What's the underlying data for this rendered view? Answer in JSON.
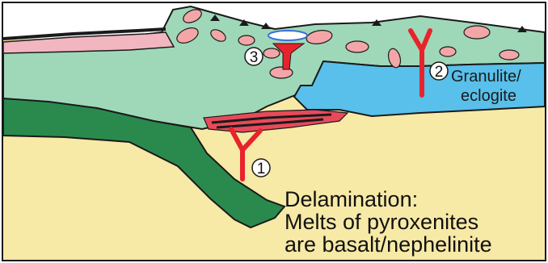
{
  "diagram": {
    "markers": [
      {
        "number": "1"
      },
      {
        "number": "2"
      },
      {
        "number": "3"
      }
    ],
    "side_label": {
      "line1": "Granulite/",
      "line2": "eclogite"
    },
    "caption": {
      "line1": "Delamination:",
      "line2": "Melts of pyroxenites",
      "line3": "are basalt/nephelinite"
    },
    "colors": {
      "background": "#f7e9a6",
      "crust": "#9fd8b8",
      "lower_crust": "#58c0ea",
      "delaminated_slab": "#2a8a4e",
      "melt": "#e8232b",
      "melt_lens": "#e84a5a",
      "xenolith": "#f2a6a8",
      "sediment": "#f2b6c0",
      "outline": "#1a1a1a"
    }
  }
}
